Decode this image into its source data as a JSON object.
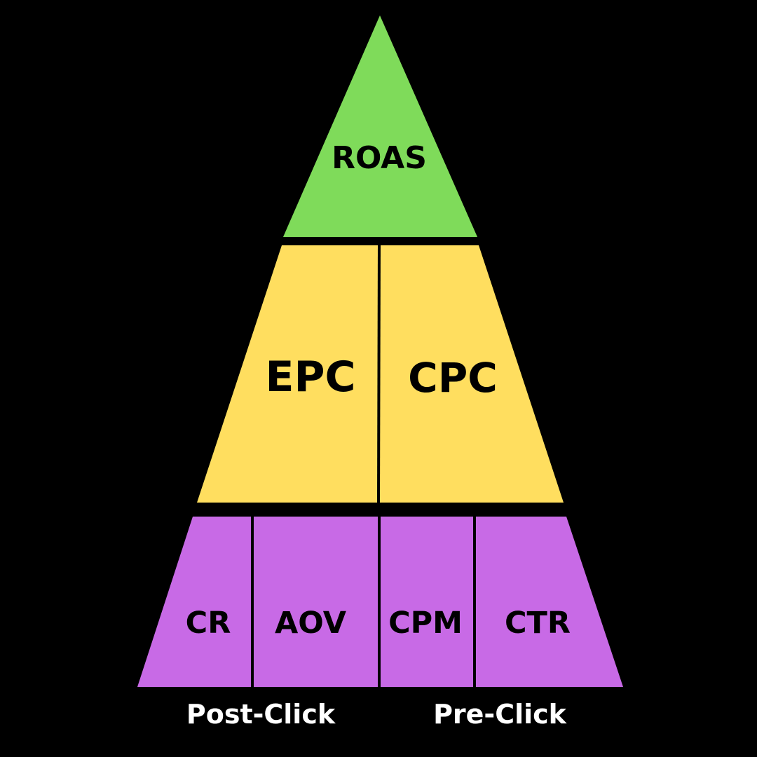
{
  "pyramid": {
    "top": {
      "label": "ROAS",
      "color": "#7FDB5A"
    },
    "middle": {
      "color": "#FFDE5F",
      "left_label": "EPC",
      "right_label": "CPC"
    },
    "bottom": {
      "color": "#C86AE6",
      "labels": [
        "CR",
        "AOV",
        "CPM",
        "CTR"
      ]
    }
  },
  "captions": {
    "left": "Post-Click",
    "right": "Pre-Click"
  },
  "background": "#000000",
  "divider_color": "#000000"
}
